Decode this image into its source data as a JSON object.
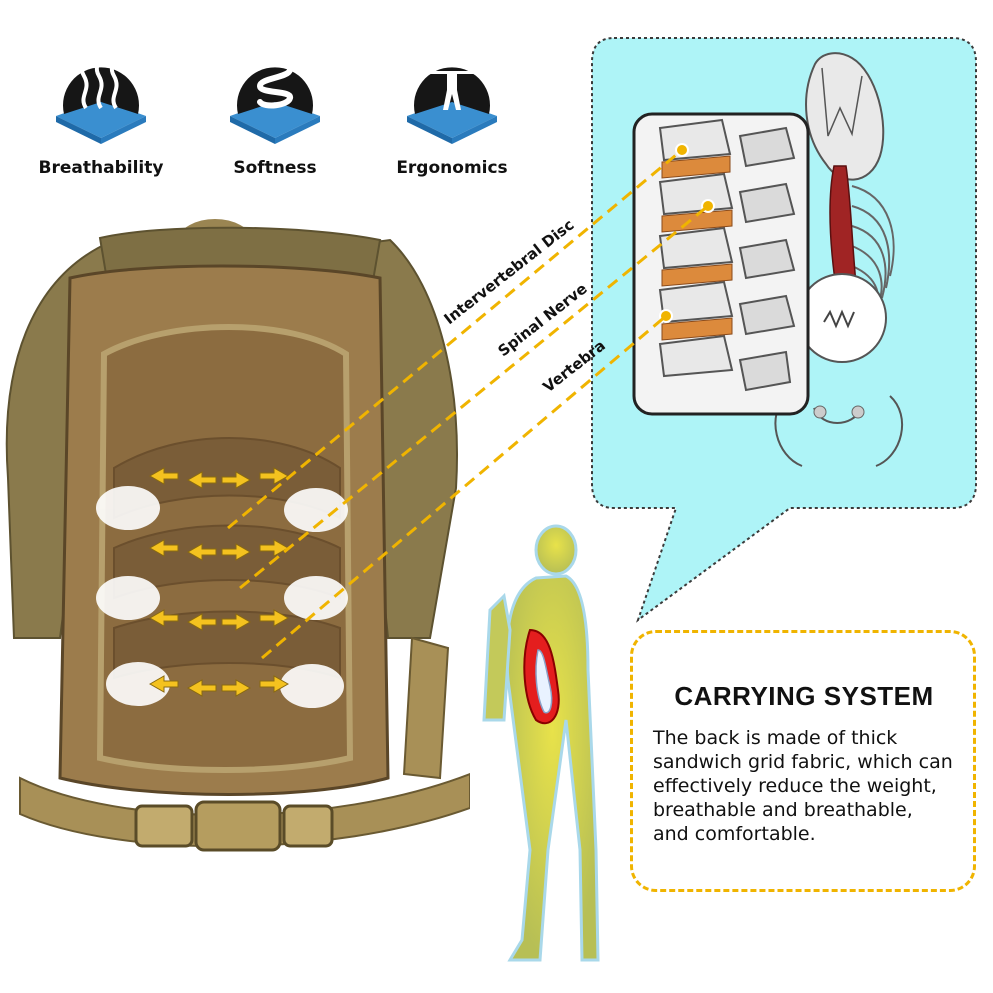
{
  "features": [
    {
      "label": "Breathability",
      "icon": "breathability-icon"
    },
    {
      "label": "Softness",
      "icon": "softness-icon"
    },
    {
      "label": "Ergonomics",
      "icon": "ergonomics-icon"
    }
  ],
  "spine_labels": {
    "disc": "Intervertebral Disc",
    "nerve": "Spinal Nerve",
    "vertebra": "Vertebra"
  },
  "info": {
    "title": "CARRYING SYSTEM",
    "lines": [
      "The back is made of thick",
      "sandwich grid fabric, which can",
      "effectively reduce the weight,",
      "breathable and breathable,",
      "and comfortable."
    ]
  },
  "colors": {
    "accent": "#f0b400",
    "callout": "#aef4f7",
    "fabric": "#9c7c4c",
    "strap": "#a89057"
  }
}
